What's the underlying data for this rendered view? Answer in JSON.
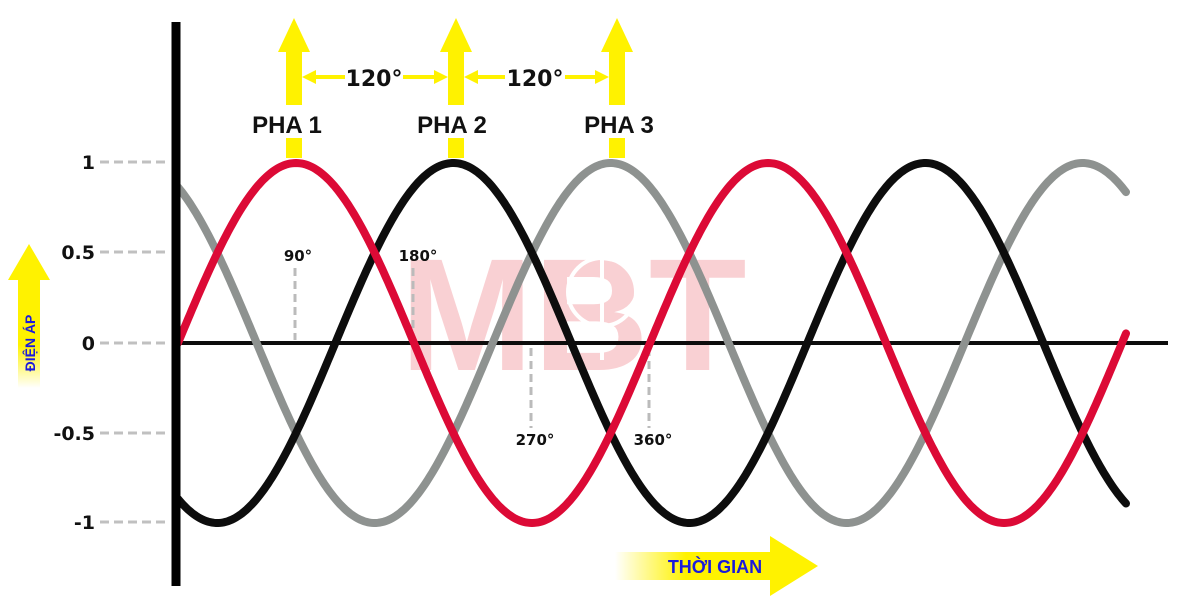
{
  "chart_data": {
    "type": "line",
    "title": "",
    "xlabel": "THỜI GIAN",
    "ylabel": "ĐIỆN ÁP",
    "ylim": [
      -1,
      1
    ],
    "yticks": [
      "1",
      "0.5",
      "0",
      "-0.5",
      "-1"
    ],
    "ytick_values": [
      1,
      0.5,
      0,
      -0.5,
      -1
    ],
    "x_unit": "degrees",
    "x_angle_markers": [
      {
        "label": "90°",
        "deg": 90
      },
      {
        "label": "180°",
        "deg": 180
      },
      {
        "label": "270°",
        "deg": 270
      },
      {
        "label": "360°",
        "deg": 360
      }
    ],
    "x_range_deg": [
      0,
      720
    ],
    "series": [
      {
        "name": "PHA 1",
        "color": "#dc0a36",
        "phase_deg": 0,
        "formula": "sin(x)"
      },
      {
        "name": "PHA 2",
        "color": "#0d0d0d",
        "phase_deg": 120,
        "formula": "sin(x - 120°)"
      },
      {
        "name": "PHA 3",
        "color": "#8e9290",
        "phase_deg": 240,
        "formula": "sin(x - 240°)"
      }
    ],
    "phase_separation": [
      "120°",
      "120°"
    ],
    "grid": false,
    "legend_position": "top (phase peak arrows)",
    "watermark": "MBT"
  },
  "labels": {
    "y_axis_title": "ĐIỆN ÁP",
    "x_axis_title": "THỜI GIAN",
    "phases": [
      "PHA 1",
      "PHA 2",
      "PHA 3"
    ],
    "separations": [
      "120°",
      "120°"
    ],
    "angles": [
      "90°",
      "180°",
      "270°",
      "360°"
    ],
    "yticks": [
      "1",
      "0.5",
      "0",
      "-0.5",
      "-1"
    ],
    "watermark": "MBT"
  },
  "colors": {
    "phase1": "#dc0a36",
    "phase2": "#0d0d0d",
    "phase3": "#8e9290",
    "arrow_yellow": "#fff200",
    "label_blue": "#1a1adc",
    "gridline": "#c0c0c0"
  }
}
